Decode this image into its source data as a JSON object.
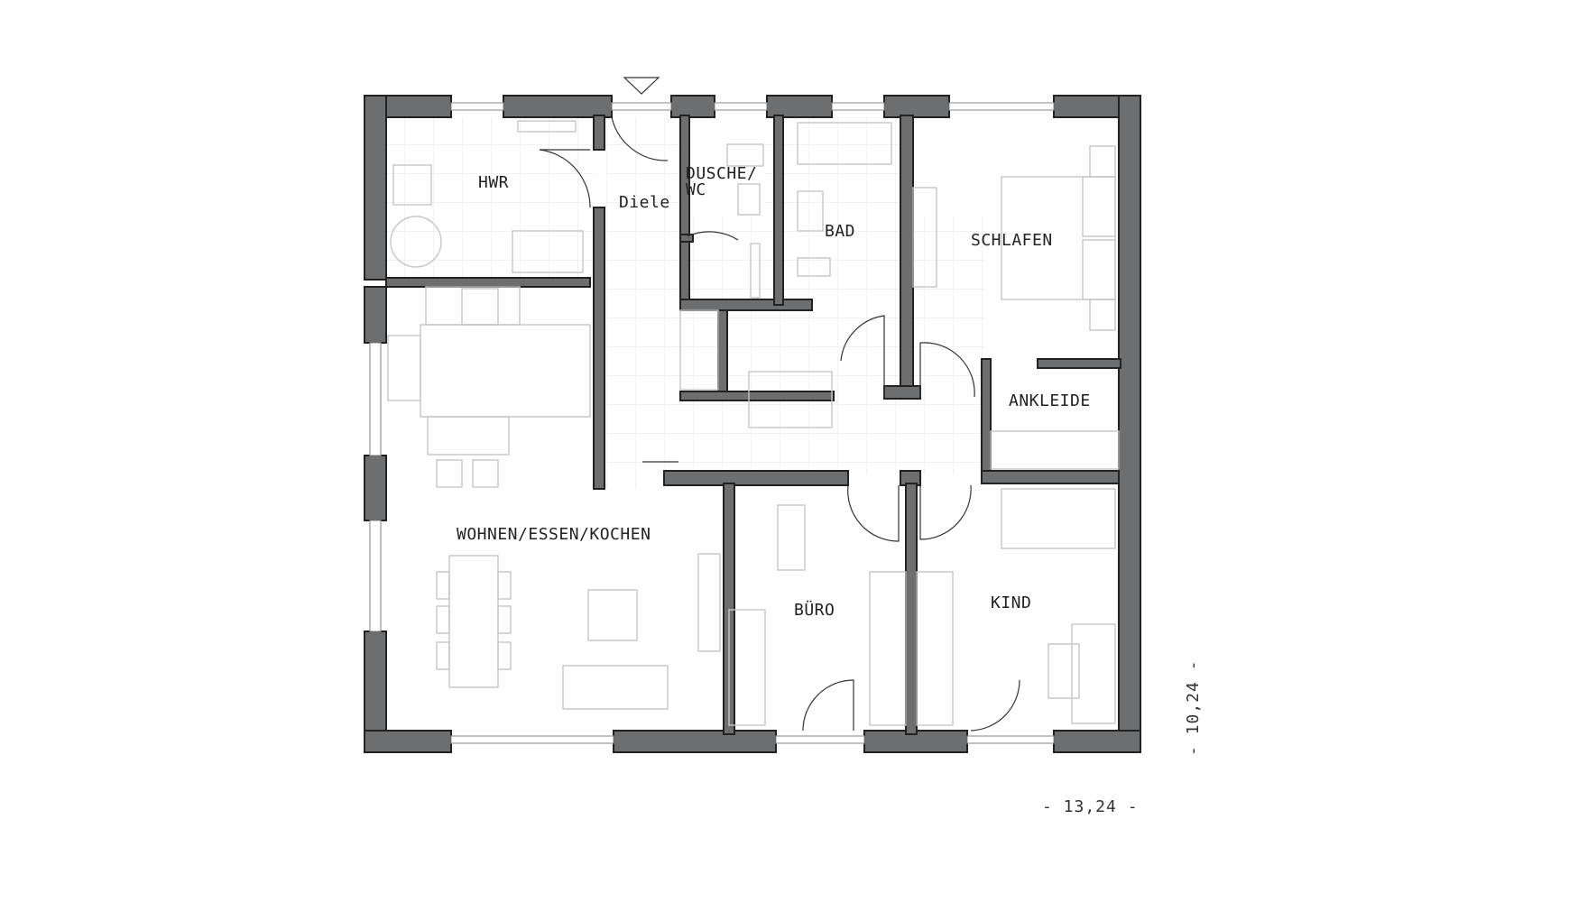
{
  "rooms": {
    "hwr": "HWR",
    "diele": "Diele",
    "dusche_line1": "DUSCHE/",
    "dusche_line2": "WC",
    "bad": "BAD",
    "schlafen": "SCHLAFEN",
    "ankleide": "ANKLEIDE",
    "wohnen": "WOHNEN/ESSEN/KOCHEN",
    "buero": "BÜRO",
    "kind": "KIND"
  },
  "dimensions": {
    "width": "- 13,24 -",
    "depth": "- 10,24 -"
  },
  "colors": {
    "wall": "#6d6e70",
    "wall_outline": "#222222",
    "furniture": "#c6c6c6",
    "tile_grid": "#e4e4e4"
  }
}
